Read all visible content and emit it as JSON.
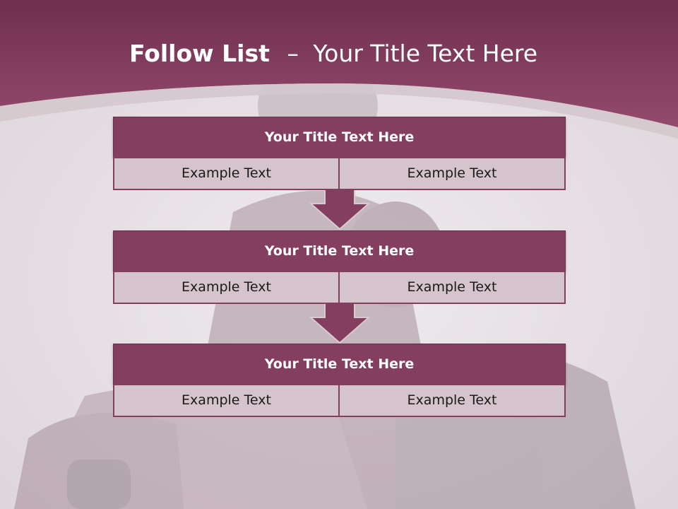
{
  "slide": {
    "title_bold": "Follow List",
    "title_separator": "–",
    "title_rest": "Your Title Text Here"
  },
  "blocks": [
    {
      "title": "Your Title Text Here",
      "left_text": "Example Text",
      "right_text": "Example Text"
    },
    {
      "title": "Your Title Text Here",
      "left_text": "Example Text",
      "right_text": "Example Text"
    },
    {
      "title": "Your Title Text Here",
      "left_text": "Example Text",
      "right_text": "Example Text"
    }
  ],
  "colors": {
    "header": "#7a3656",
    "block_head": "#843f60",
    "cell": "#d5c4cc",
    "arrow": "#843f60",
    "background": "#e9e5e8"
  }
}
